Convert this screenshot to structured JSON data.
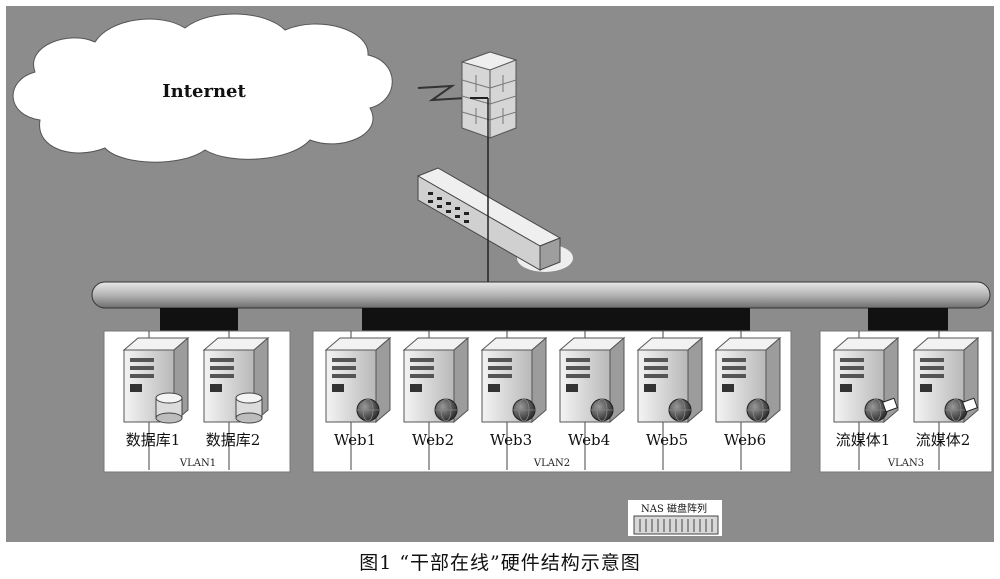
{
  "cloud_label": "Internet",
  "vlans": [
    {
      "label": "VLAN1",
      "servers": [
        {
          "label": "数据库1"
        },
        {
          "label": "数据库2"
        }
      ]
    },
    {
      "label": "VLAN2",
      "servers": [
        {
          "label": "Web1"
        },
        {
          "label": "Web2"
        },
        {
          "label": "Web3"
        },
        {
          "label": "Web4"
        },
        {
          "label": "Web5"
        },
        {
          "label": "Web6"
        }
      ]
    },
    {
      "label": "VLAN3",
      "servers": [
        {
          "label": "流媒体1"
        },
        {
          "label": "流媒体2"
        }
      ]
    }
  ],
  "nas_label": "NAS 磁盘阵列",
  "caption": "图1  “干部在线”硬件结构示意图",
  "colors": {
    "background": "#8c8c8c",
    "panel": "#ffffff",
    "bus": "#bdbdbd",
    "connector": "#111111"
  }
}
